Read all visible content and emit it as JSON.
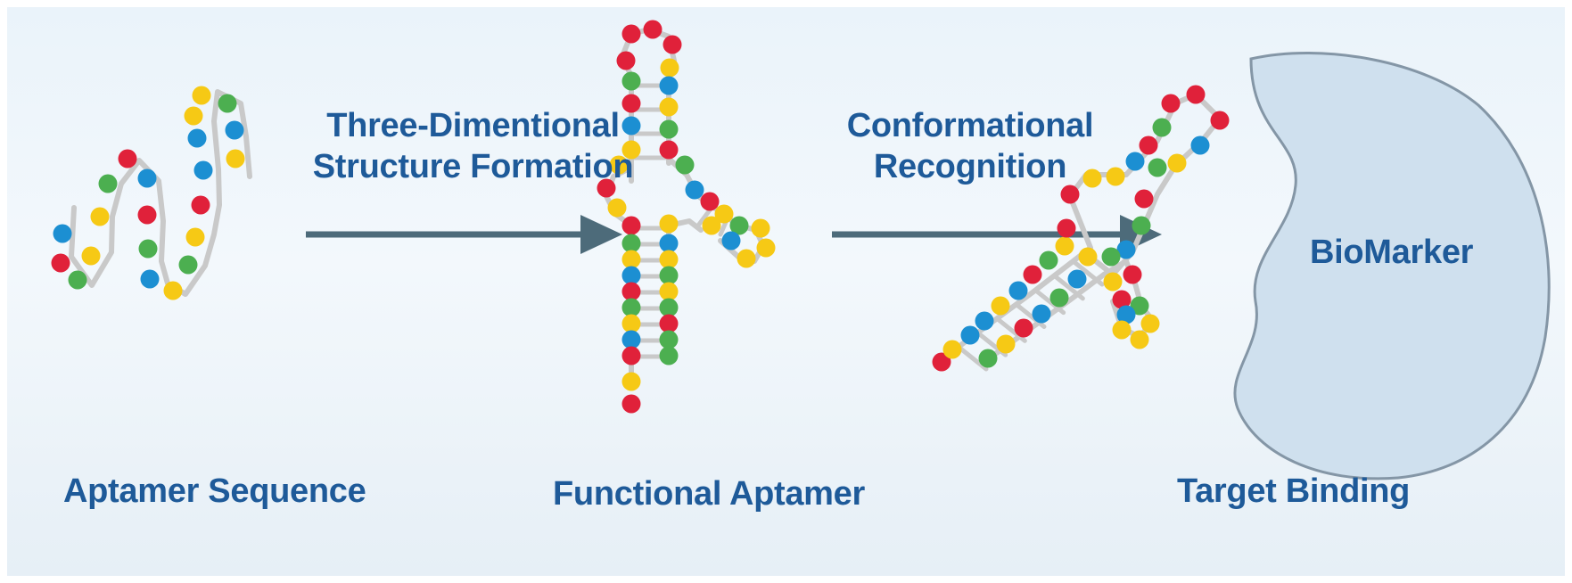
{
  "labels": {
    "step1_line1": "Three-Dimentional",
    "step1_line2": "Structure Formation",
    "step2_line1": "Conformational",
    "step2_line2": "Recognition",
    "aptamer_sequence": "Aptamer Sequence",
    "functional_aptamer": "Functional Aptamer",
    "target_binding": "Target Binding",
    "biomarker": "BioMarker"
  },
  "colors": {
    "red": "#e0213a",
    "blue": "#1c8fd2",
    "green": "#4caf50",
    "yellow": "#f6c915",
    "backbone": "#c9c9c9",
    "arrow": "#4d6b7a",
    "text": "#1e5a99",
    "biomarker_fill": "#cfe0ee",
    "biomarker_stroke": "#8496a6"
  }
}
